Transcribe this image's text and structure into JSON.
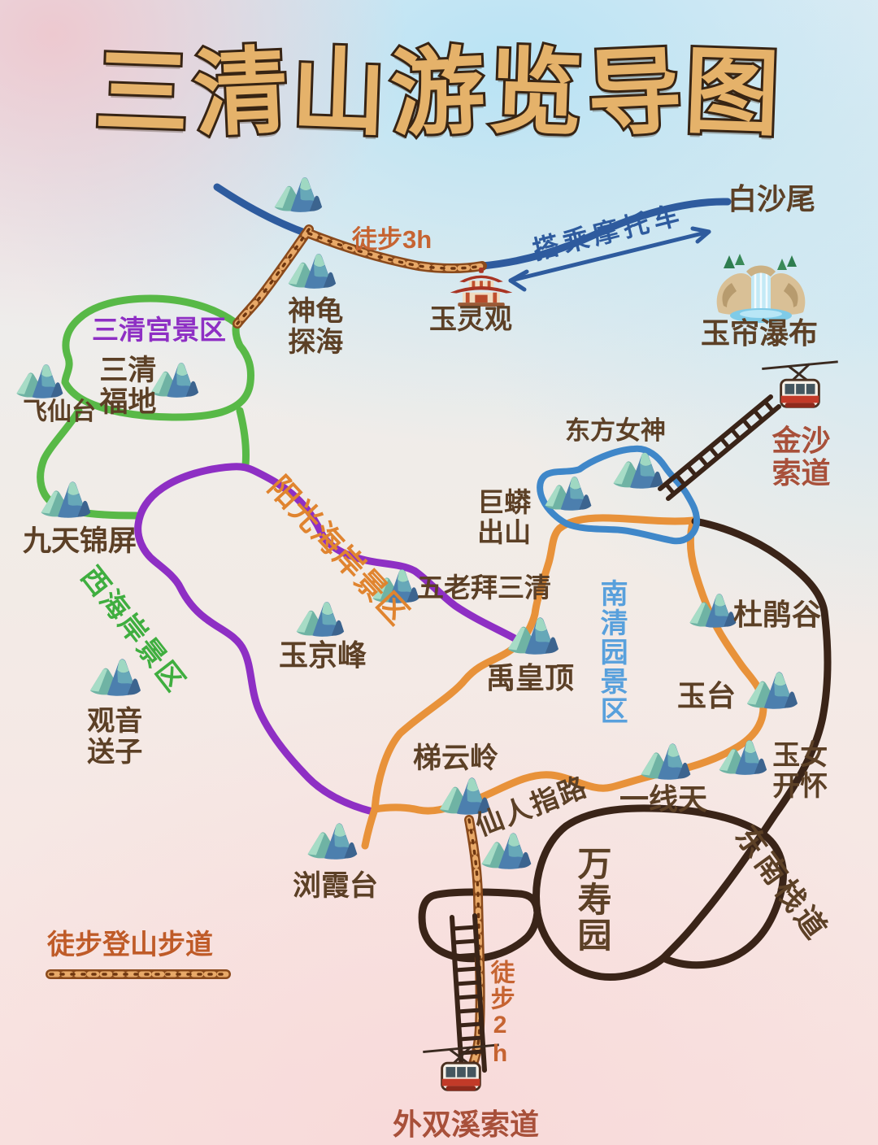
{
  "title": "三清山游览导图",
  "legend": {
    "hiking_trail": "徒步登山步道"
  },
  "annotations": {
    "hike_3h": "徒步3h",
    "motorbike": "搭乘摩托车",
    "hike_2h": "徒步2h"
  },
  "areas": {
    "sanqinggong": "三清宫景区",
    "west_coast": "西海岸景区",
    "sunshine_coast": "阳光海岸景区",
    "nanqingyuan": "南清园景区",
    "wanshouyuan": "万寿园",
    "southeast_plank": "东南栈道"
  },
  "spots": {
    "baishawei": "白沙尾",
    "shengui_tanhai": "神龟探海",
    "yulingguan": "玉灵观",
    "yulian_waterfall": "玉帘瀑布",
    "jinsha_cableway": "金沙索道",
    "sanqing_fudi": "三清福地",
    "feixiantai": "飞仙台",
    "jiutian_jinping": "九天锦屏",
    "dongfang_nvshen": "东方女神",
    "jumang_chushan": "巨蟒出山",
    "wulao_bai_sanqing": "五老拜三清",
    "yujingfeng": "玉京峰",
    "guanyin_songzi": "观音送子",
    "yuhuangding": "禹皇顶",
    "dujuangu": "杜鹃谷",
    "yutai": "玉台",
    "tiyunling": "梯云岭",
    "xianren_zhilu": "仙人指路",
    "yixiantian": "一线天",
    "yunv_kaihuai": "玉女开怀",
    "liuxiatai": "浏霞台",
    "waishuangxi_cableway": "外双溪索道"
  },
  "icons": {
    "mountain": "mountain-icon",
    "temple": "temple-icon",
    "waterfall": "waterfall-icon",
    "cable_car": "cable-car-icon",
    "ladder": "cableway-ladder-icon",
    "arrow": "double-arrow-icon"
  },
  "colors": {
    "title_fill": "#e5b26a",
    "title_outline": "#372414",
    "motor_road_blue": "#2e5b9e",
    "hiking_trail_brown": "#8a4a1c",
    "sanqinggong_loop_green": "#58b947",
    "plank_walk_purple": "#8e2fc4",
    "nanqingyuan_loop_orange": "#e8923a",
    "goddess_loop_blue": "#3f87c9",
    "plank_road_dark": "#3a2418",
    "label_brown": "#5c4026",
    "cableway_text_rust": "#a8503a",
    "hike_text_orange": "#c66432",
    "west_coast_green": "#3fae3f",
    "sunshine_coast_orange": "#e0842f",
    "nanqingyuan_text_blue": "#58a0dc"
  }
}
